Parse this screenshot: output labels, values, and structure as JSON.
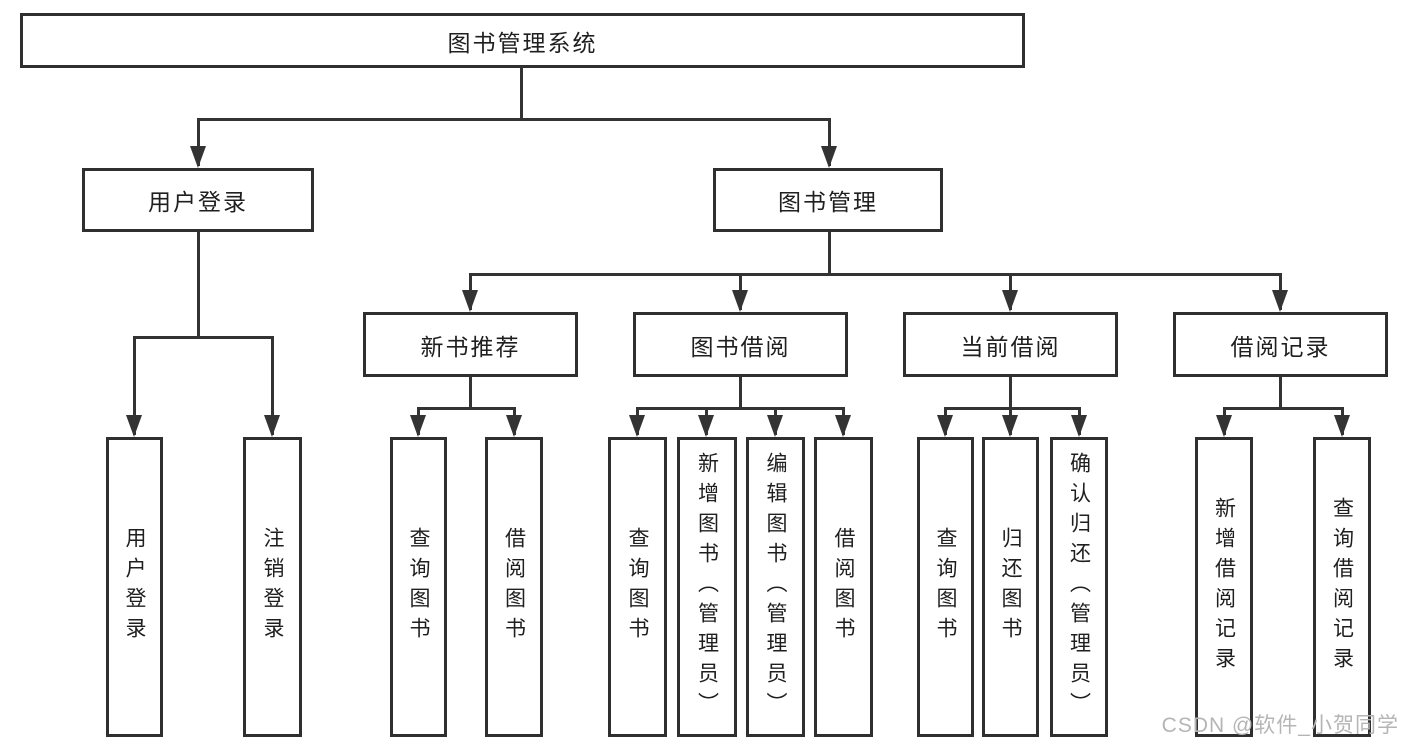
{
  "diagram": {
    "root": {
      "label": "图书管理系统"
    },
    "level2": {
      "user_login": {
        "label": "用户登录"
      },
      "book_mgmt": {
        "label": "图书管理"
      }
    },
    "level3": {
      "new_books": {
        "label": "新书推荐"
      },
      "book_borrow": {
        "label": "图书借阅"
      },
      "current_borrow": {
        "label": "当前借阅"
      },
      "borrow_records": {
        "label": "借阅记录"
      }
    },
    "level4": {
      "user_login_leaf": {
        "label": "用户登录"
      },
      "logout": {
        "label": "注销登录"
      },
      "nb_query": {
        "label": "查询图书"
      },
      "nb_borrow": {
        "label": "借阅图书"
      },
      "bb_query": {
        "label": "查询图书"
      },
      "bb_add": {
        "label": "新增图书（管理员）"
      },
      "bb_edit": {
        "label": "编辑图书（管理员）"
      },
      "bb_borrow": {
        "label": "借阅图书"
      },
      "cb_query": {
        "label": "查询图书"
      },
      "cb_return": {
        "label": "归还图书"
      },
      "cb_confirm": {
        "label": "确认归还（管理员）"
      },
      "br_add": {
        "label": "新增借阅记录"
      },
      "br_query": {
        "label": "查询借阅记录"
      }
    },
    "colors": {
      "line": "#333333",
      "border": "#2f2f2f",
      "text": "#1f1f1f",
      "background": "#ffffff",
      "watermark": "#b5b5b5"
    }
  },
  "watermark": {
    "text": "CSDN @软件_小贺同学"
  }
}
